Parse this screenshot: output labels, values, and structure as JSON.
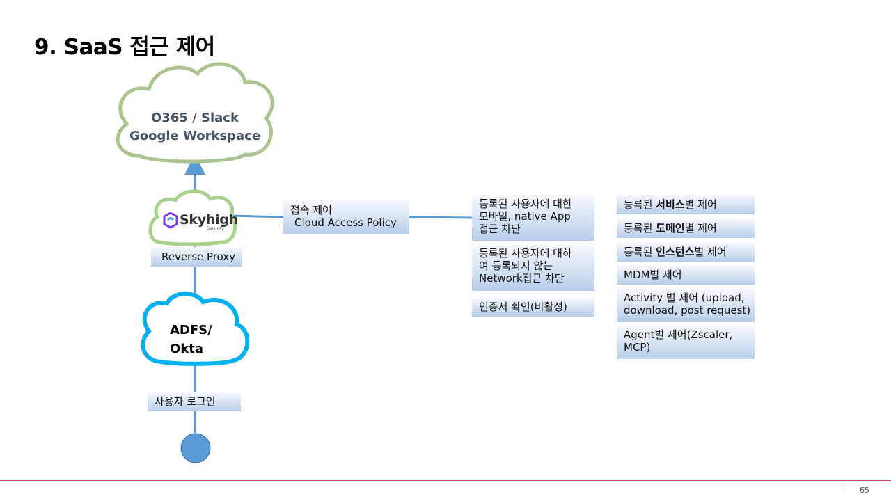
{
  "title": "9. SaaS 접근 제어",
  "cloud_saas": {
    "line1": "O365  / Slack",
    "line2": "Google  Workspace"
  },
  "cloud_idp": {
    "line1": "ADFS/",
    "line2": "Okta"
  },
  "logo": {
    "name": "Skyhigh",
    "sub": "Security"
  },
  "labels": {
    "reverse_proxy": "Reverse Proxy",
    "user_login": "사용자 로그인",
    "access_control_line1": "접속 제어",
    "access_control_line2": "Cloud Access Policy"
  },
  "middle_boxes": [
    [
      "등록된 사용자에 대한",
      "모바일, native App",
      "접근 차단"
    ],
    [
      "등록된 사용자에 대하",
      "여 등록되지 않는",
      "Network접근 차단"
    ],
    [
      "인증서 확인(비활성)"
    ]
  ],
  "right_boxes": [
    {
      "pre": "등록된 ",
      "bold": "서비스",
      "post": "별 제어"
    },
    {
      "pre": "등록된 ",
      "bold": "도메인",
      "post": "별 제어"
    },
    {
      "pre": "등록된 ",
      "bold": "인스턴스",
      "post": "별 제어"
    },
    {
      "line1": "MDM별 제어"
    },
    {
      "line1": "Activity 별 제어 (upload,",
      "line2": "download, post request)"
    },
    {
      "line1": "Agent별 제어(Zscaler,",
      "line2": "MCP)"
    }
  ],
  "colors": {
    "saas_cloud_stroke": "#a9c48f",
    "idp_cloud_stroke": "#00b0f0",
    "connector": "#5b9bd5",
    "user_node": "#5b9bd5",
    "logo_ring": "#a9d18e",
    "footer_rule": "#c0504d"
  },
  "page_number": "65"
}
